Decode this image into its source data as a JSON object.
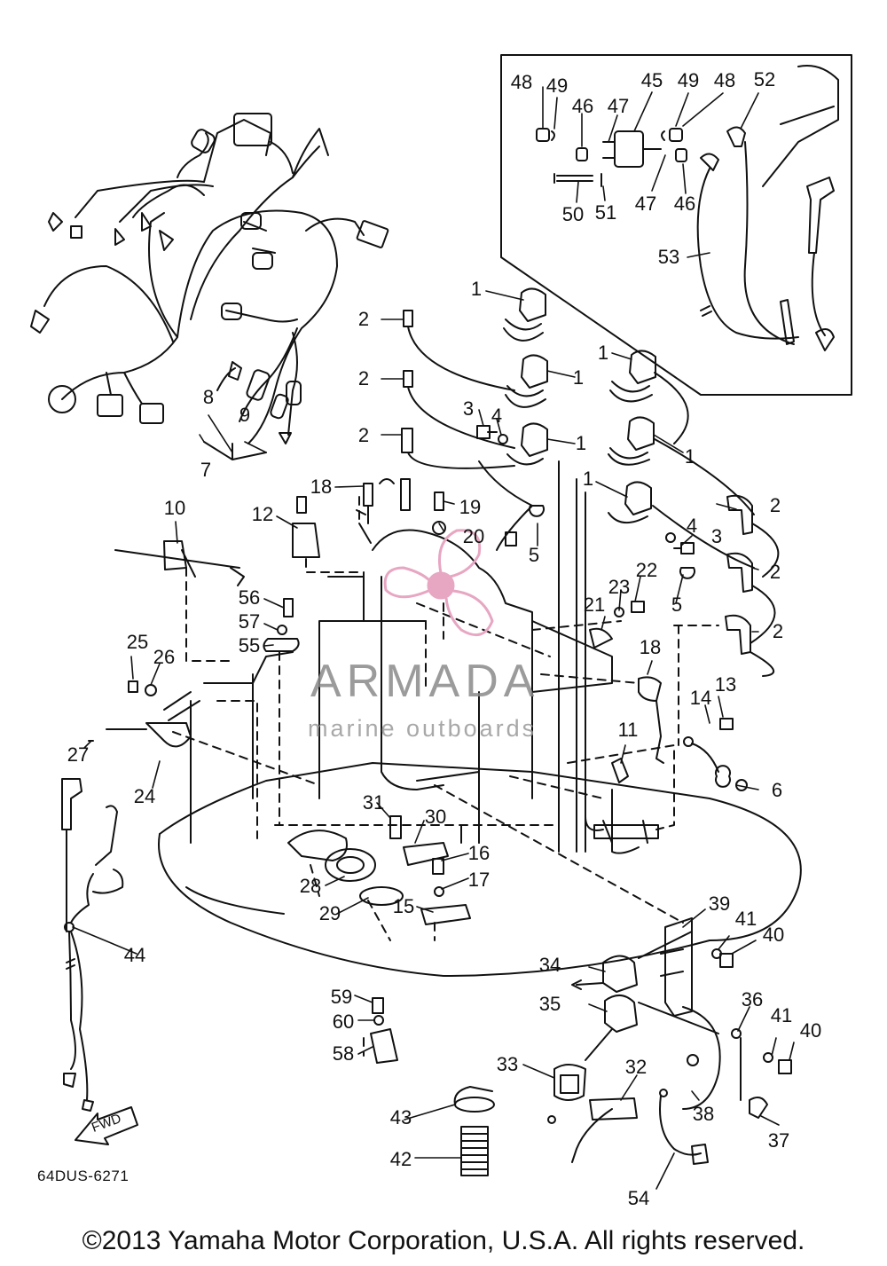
{
  "diagram": {
    "code": "64DUS-6271",
    "copyright": "©2013 Yamaha Motor Corporation, U.S.A. All rights reserved.",
    "watermark": {
      "title": "ARMADA",
      "subtitle": "marine outboards",
      "color": "#e7a6c2"
    },
    "fwd_label": "FWD",
    "callouts": [
      {
        "id": "c48a",
        "text": "48"
      },
      {
        "id": "c49a",
        "text": "49"
      },
      {
        "id": "c46a",
        "text": "46"
      },
      {
        "id": "c47a",
        "text": "47"
      },
      {
        "id": "c45",
        "text": "45"
      },
      {
        "id": "c49b",
        "text": "49"
      },
      {
        "id": "c48b",
        "text": "48"
      },
      {
        "id": "c52",
        "text": "52"
      },
      {
        "id": "c50",
        "text": "50"
      },
      {
        "id": "c51",
        "text": "51"
      },
      {
        "id": "c47b",
        "text": "47"
      },
      {
        "id": "c46b",
        "text": "46"
      },
      {
        "id": "c53",
        "text": "53"
      },
      {
        "id": "c1a",
        "text": "1"
      },
      {
        "id": "c1b",
        "text": "1"
      },
      {
        "id": "c1c",
        "text": "1"
      },
      {
        "id": "c1d",
        "text": "1"
      },
      {
        "id": "c1e",
        "text": "1"
      },
      {
        "id": "c1f",
        "text": "1"
      },
      {
        "id": "c2a",
        "text": "2"
      },
      {
        "id": "c2b",
        "text": "2"
      },
      {
        "id": "c2c",
        "text": "2"
      },
      {
        "id": "c2d",
        "text": "2"
      },
      {
        "id": "c2e",
        "text": "2"
      },
      {
        "id": "c2f",
        "text": "2"
      },
      {
        "id": "c3a",
        "text": "3"
      },
      {
        "id": "c4a",
        "text": "4"
      },
      {
        "id": "c4b",
        "text": "4"
      },
      {
        "id": "c3b",
        "text": "3"
      },
      {
        "id": "c5a",
        "text": "5"
      },
      {
        "id": "c5b",
        "text": "5"
      },
      {
        "id": "c6",
        "text": "6"
      },
      {
        "id": "c7",
        "text": "7"
      },
      {
        "id": "c8",
        "text": "8"
      },
      {
        "id": "c9",
        "text": "9"
      },
      {
        "id": "c10",
        "text": "10"
      },
      {
        "id": "c11",
        "text": "11"
      },
      {
        "id": "c12",
        "text": "12"
      },
      {
        "id": "c13",
        "text": "13"
      },
      {
        "id": "c14",
        "text": "14"
      },
      {
        "id": "c15",
        "text": "15"
      },
      {
        "id": "c16",
        "text": "16"
      },
      {
        "id": "c17",
        "text": "17"
      },
      {
        "id": "c18a",
        "text": "18"
      },
      {
        "id": "c18b",
        "text": "18"
      },
      {
        "id": "c19",
        "text": "19"
      },
      {
        "id": "c20",
        "text": "20"
      },
      {
        "id": "c21",
        "text": "21"
      },
      {
        "id": "c22",
        "text": "22"
      },
      {
        "id": "c23",
        "text": "23"
      },
      {
        "id": "c24",
        "text": "24"
      },
      {
        "id": "c25",
        "text": "25"
      },
      {
        "id": "c26",
        "text": "26"
      },
      {
        "id": "c27",
        "text": "27"
      },
      {
        "id": "c28",
        "text": "28"
      },
      {
        "id": "c29",
        "text": "29"
      },
      {
        "id": "c30",
        "text": "30"
      },
      {
        "id": "c31",
        "text": "31"
      },
      {
        "id": "c32",
        "text": "32"
      },
      {
        "id": "c33",
        "text": "33"
      },
      {
        "id": "c34",
        "text": "34"
      },
      {
        "id": "c35",
        "text": "35"
      },
      {
        "id": "c36",
        "text": "36"
      },
      {
        "id": "c37",
        "text": "37"
      },
      {
        "id": "c38",
        "text": "38"
      },
      {
        "id": "c39",
        "text": "39"
      },
      {
        "id": "c40a",
        "text": "40"
      },
      {
        "id": "c41a",
        "text": "41"
      },
      {
        "id": "c40b",
        "text": "40"
      },
      {
        "id": "c41b",
        "text": "41"
      },
      {
        "id": "c42",
        "text": "42"
      },
      {
        "id": "c43",
        "text": "43"
      },
      {
        "id": "c44",
        "text": "44"
      },
      {
        "id": "c54",
        "text": "54"
      },
      {
        "id": "c55",
        "text": "55"
      },
      {
        "id": "c56",
        "text": "56"
      },
      {
        "id": "c57",
        "text": "57"
      },
      {
        "id": "c58",
        "text": "58"
      },
      {
        "id": "c59",
        "text": "59"
      },
      {
        "id": "c60",
        "text": "60"
      }
    ]
  }
}
